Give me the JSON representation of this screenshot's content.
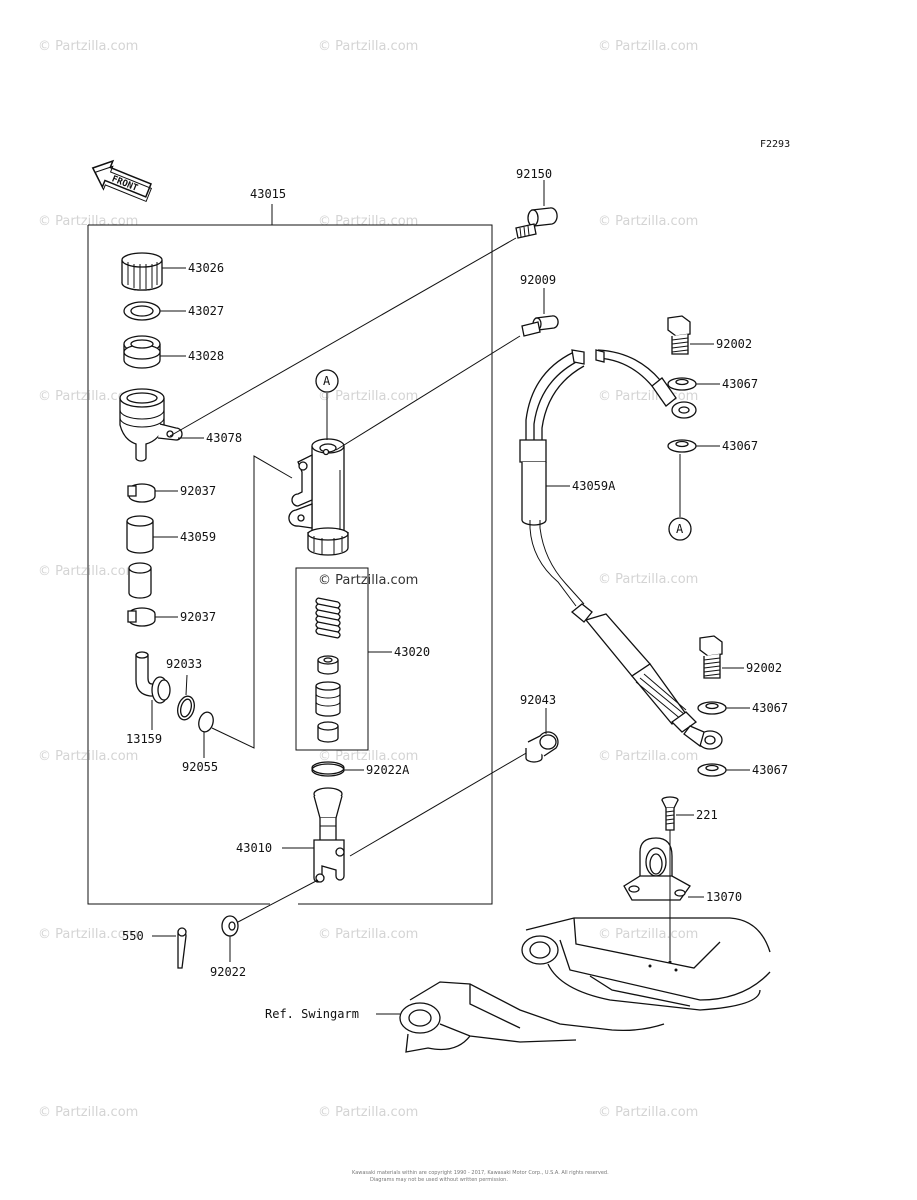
{
  "diagram_code": "F2293",
  "front_label": "FRONT",
  "ref_label": "Ref. Swingarm",
  "watermark": "© Partzilla.com",
  "footer": [
    "Kawasaki materials within are copyright 1990 - 2017, Kawasaki Motor Corp., U.S.A. All rights reserved.",
    "Diagrams may not be used without written permission."
  ],
  "callout_A": "A",
  "parts": {
    "p43015": "43015",
    "p43026": "43026",
    "p43027": "43027",
    "p43028": "43028",
    "p43078": "43078",
    "p92037a": "92037",
    "p43059": "43059",
    "p92037b": "92037",
    "p92033": "92033",
    "p13159": "13159",
    "p92055": "92055",
    "p43020": "43020",
    "p92022A": "92022A",
    "p43010": "43010",
    "p550": "550",
    "p92022": "92022",
    "p92150": "92150",
    "p92009": "92009",
    "p92043": "92043",
    "p92002a": "92002",
    "p43067a": "43067",
    "p43067b": "43067",
    "p43059A": "43059A",
    "p92002b": "92002",
    "p43067c": "43067",
    "p43067d": "43067",
    "p221": "221",
    "p13070": "13070"
  }
}
